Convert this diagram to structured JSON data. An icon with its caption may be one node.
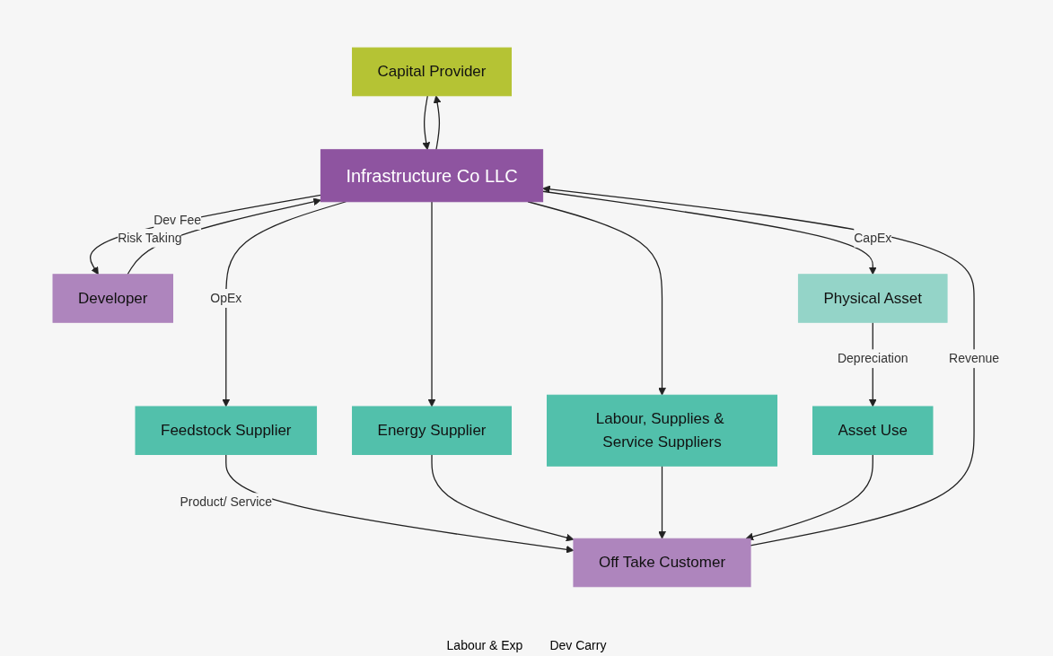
{
  "diagram": {
    "nodes": [
      {
        "text": [
          "Capital Provider"
        ]
      },
      {
        "text": [
          "Infrastructure Co LLC"
        ]
      },
      {
        "text": [
          "Developer"
        ]
      },
      {
        "text": [
          "Off Take Customer"
        ]
      },
      {
        "text": [
          "Physical Asset"
        ]
      },
      {
        "text": [
          "Feedstock Supplier"
        ]
      },
      {
        "text": [
          "Energy Supplier"
        ]
      },
      {
        "text": [
          "Labour, Supplies & Service Suppliers"
        ]
      },
      {
        "text": [
          "Asset Use"
        ]
      }
    ],
    "edges": [
      {
        "from": 0,
        "to": 1,
        "arrow": "to"
      },
      {
        "from": 1,
        "to": 0,
        "arrow": "to"
      },
      {
        "from": 2,
        "to": 1,
        "arrow": "to",
        "label": "Risk Taking"
      },
      {
        "from": 1,
        "to": 2,
        "arrow": "to",
        "label": "Dev Fee"
      },
      {
        "from": 3,
        "to": 1,
        "arrow": "to",
        "label": "Revenue"
      },
      {
        "from": 1,
        "to": 4,
        "arrow": "to",
        "label": "CapEx"
      },
      {
        "from": 1,
        "to": 5,
        "arrow": "to",
        "label": "OpEx"
      },
      {
        "from": 1,
        "to": 6,
        "arrow": "to"
      },
      {
        "from": 1,
        "to": 7,
        "arrow": "to"
      },
      {
        "from": 5,
        "to": 3,
        "arrow": "to",
        "label": "Product/ Service"
      },
      {
        "from": 6,
        "to": 3,
        "arrow": "to"
      },
      {
        "from": 7,
        "to": 3,
        "arrow": "to"
      },
      {
        "from": 8,
        "to": 3,
        "arrow": "to"
      },
      {
        "from": 4,
        "to": 8,
        "arrow": "to",
        "label": "Depreciation"
      }
    ],
    "labels": [
      "Labour & Exp",
      "Dev Carry"
    ]
  }
}
